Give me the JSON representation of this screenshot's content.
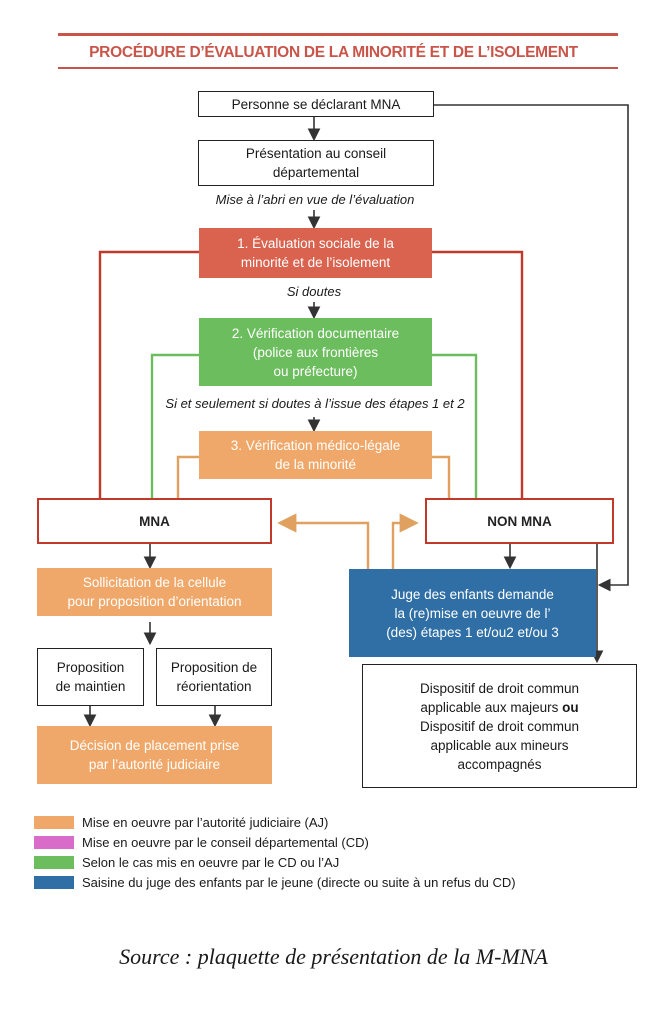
{
  "title": "PROCÉDURE D’ÉVALUATION DE LA MINORITÉ ET DE L’ISOLEMENT",
  "colors": {
    "title_red": "#c9554a",
    "aj_orange": "#f0a86a",
    "cd_pink": "#d86cc8",
    "cd_or_aj_green": "#6cbd5e",
    "juge_blue": "#2f6fa5",
    "eval_red": "#d9634f"
  },
  "nodes": {
    "personne": "Personne se déclarant MNA",
    "presentation_l1": "Présentation au conseil",
    "presentation_l2": "départemental",
    "label_mise_abri": "Mise à l’abri en vue de l’évaluation",
    "eval_l1": "1. Évaluation sociale de la",
    "eval_l2": "minorité et de l’isolement",
    "label_doutes": "Si doutes",
    "verif_l1": "2. Vérification documentaire",
    "verif_l2": "(police aux frontières",
    "verif_l3": "ou préfecture)",
    "label_si_seulement": "Si et seulement si doutes à l’issue des étapes 1 et 2",
    "medico_l1": "3. Vérification médico-légale",
    "medico_l2": "de la minorité",
    "mna": "MNA",
    "non_mna": "NON MNA",
    "sollicitation_l1": "Sollicitation de la cellule",
    "sollicitation_l2": "pour proposition d’orientation",
    "juge_l1": "Juge des enfants demande",
    "juge_l2": "la (re)mise en oeuvre de l’",
    "juge_l3": "(des) étapes 1 et/ou2 et/ou 3",
    "maintien_l1": "Proposition",
    "maintien_l2": "de maintien",
    "reorientation_l1": "Proposition de",
    "reorientation_l2": "réorientation",
    "decision_l1": "Décision de placement prise",
    "decision_l2": "par l’autorité judiciaire",
    "dispositif_l1": "Dispositif de droit commun",
    "dispositif_l2a": "applicable aux majeurs ",
    "dispositif_l2b": "ou",
    "dispositif_l3": "Dispositif de droit commun",
    "dispositif_l4": "applicable aux mineurs",
    "dispositif_l5": "accompagnés"
  },
  "legend": [
    {
      "color": "#f0a86a",
      "text": "Mise en oeuvre par l’autorité judiciaire (AJ)"
    },
    {
      "color": "#d86cc8",
      "text": "Mise en oeuvre par le conseil départemental (CD)"
    },
    {
      "color": "#6cbd5e",
      "text": "Selon le cas mis en oeuvre par le CD ou l’AJ"
    },
    {
      "color": "#2f6fa5",
      "text": "Saisine du juge des enfants par le jeune (directe ou suite à un refus du CD)"
    }
  ],
  "source": "Source : plaquette de présentation de la M-MNA"
}
